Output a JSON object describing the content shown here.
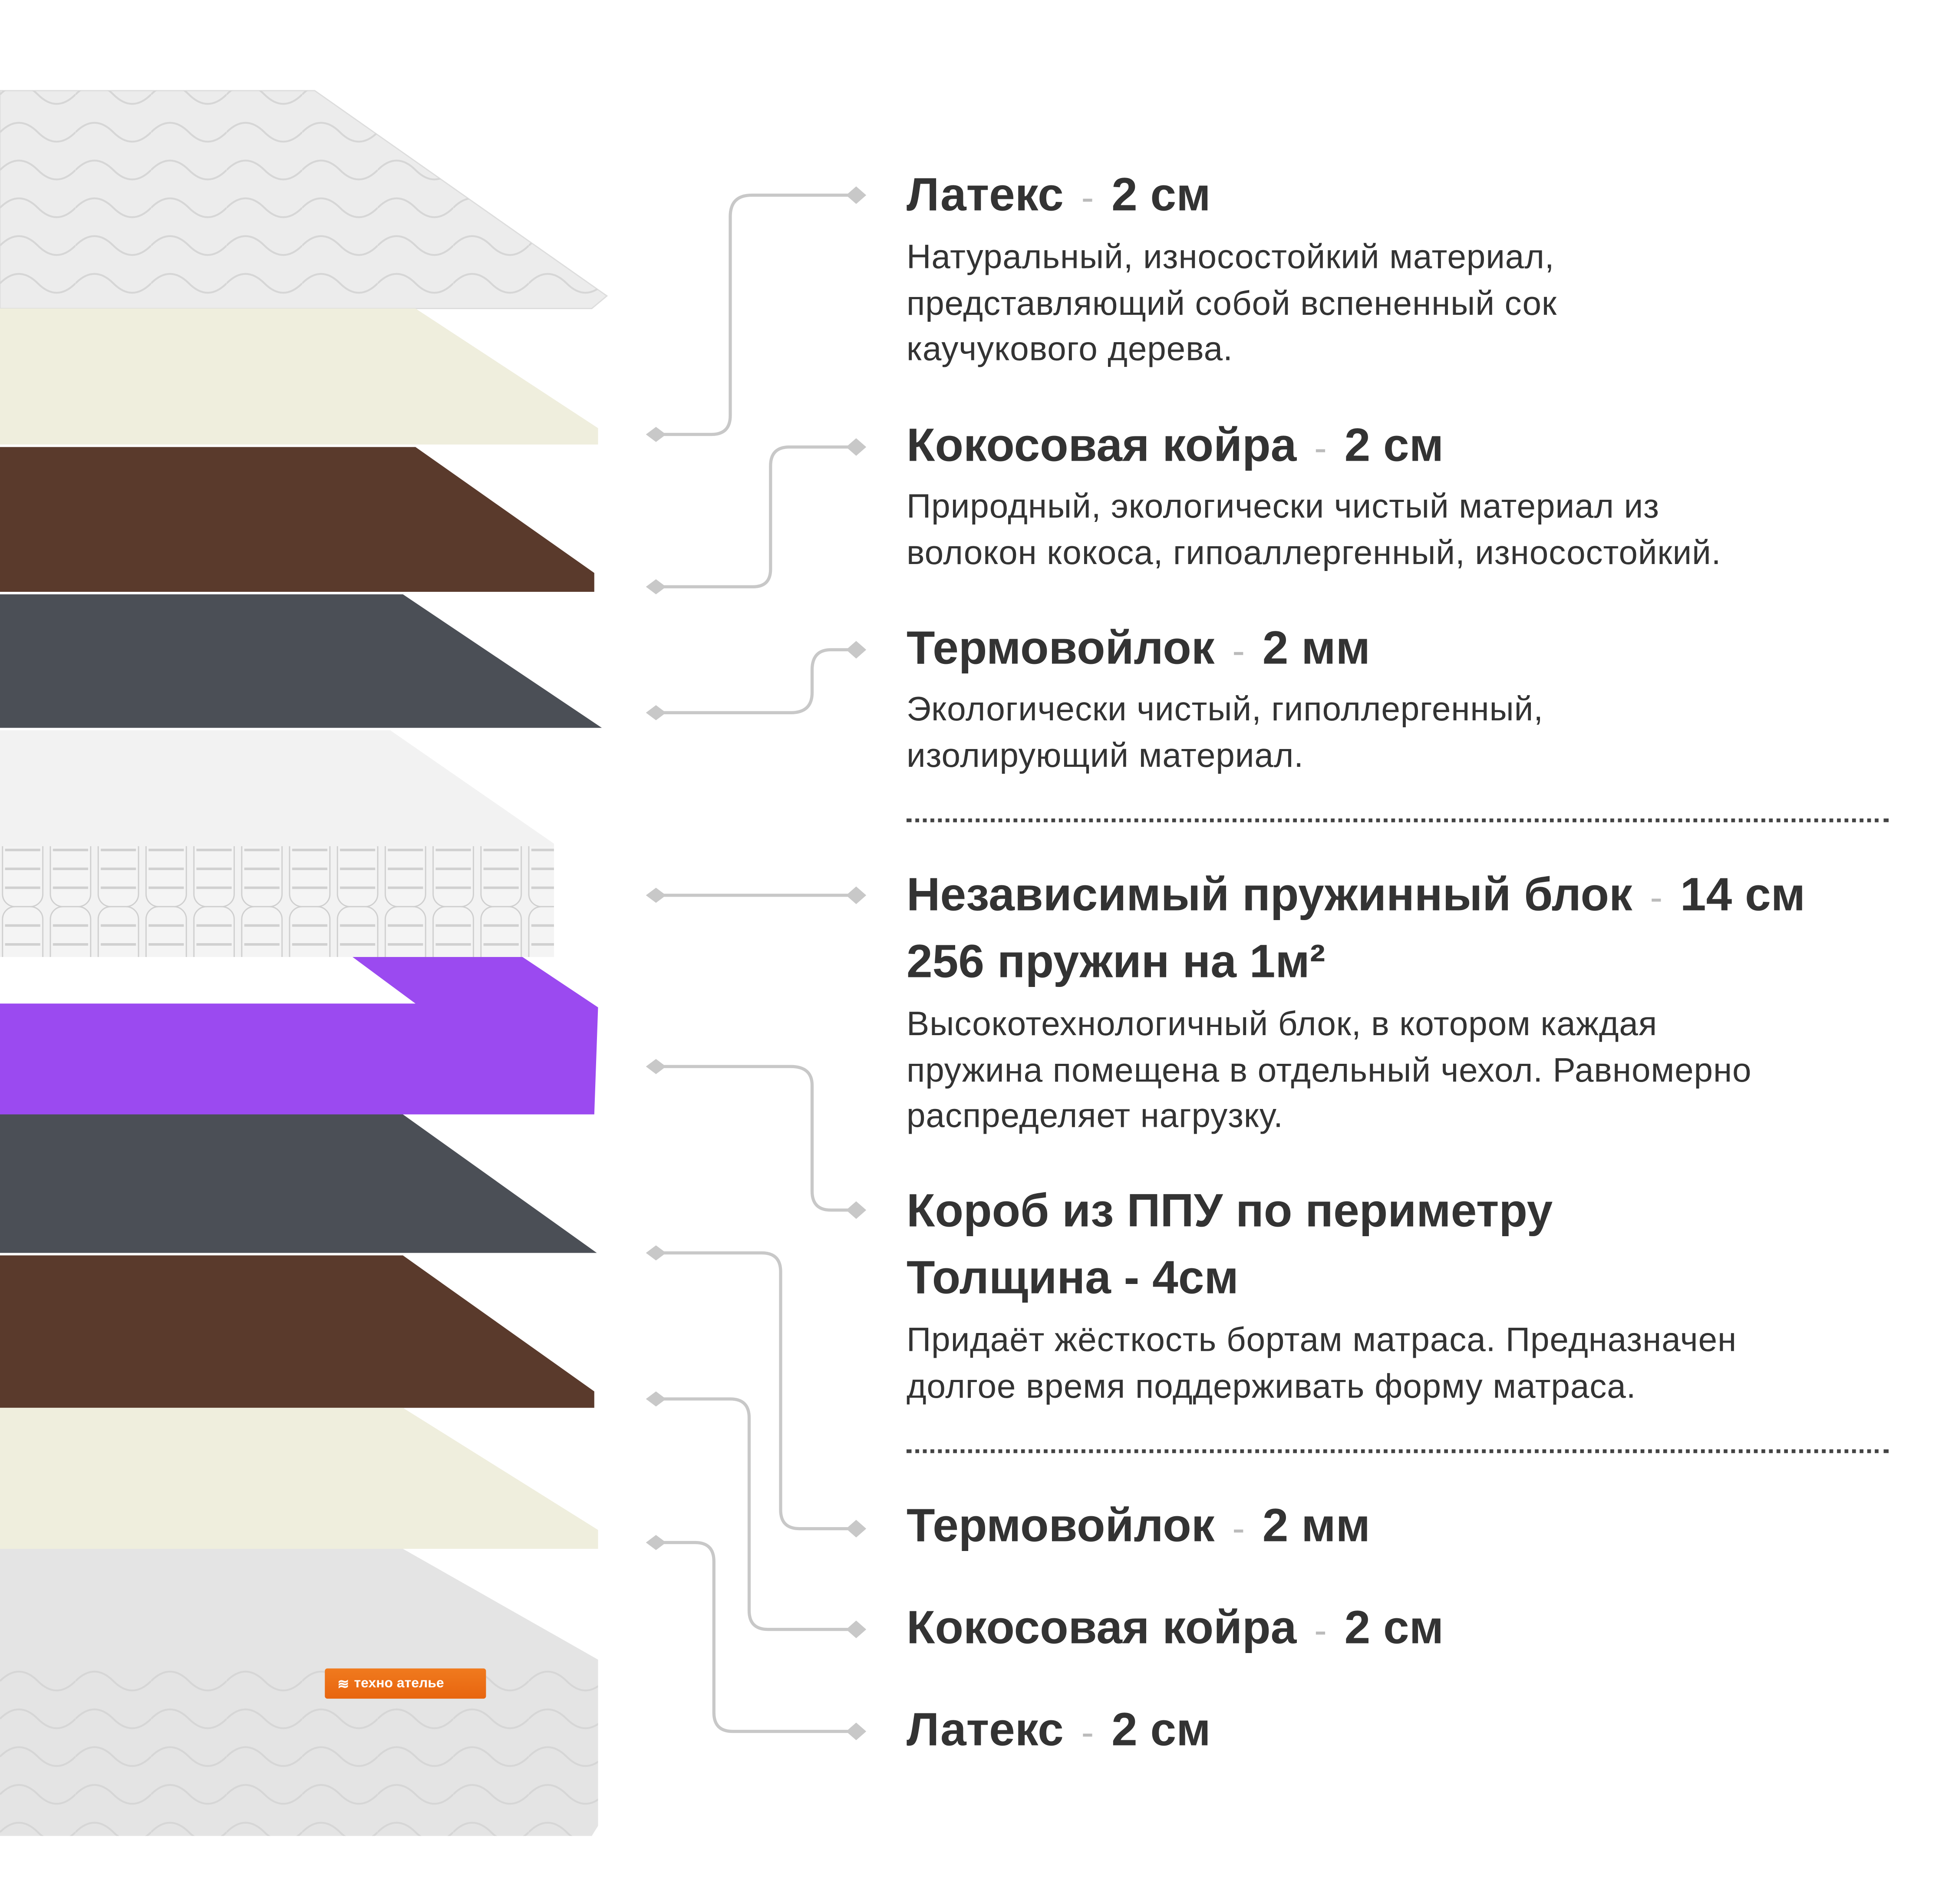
{
  "brand": {
    "logo_text": "техно ателье",
    "color": "#f07a1e"
  },
  "layers": [
    {
      "name": "Латекс",
      "size": "2 см",
      "desc": [
        "Натуральный,  износостойкий материал,",
        "представляющий собой вспененный сок",
        "каучукового дерева."
      ]
    },
    {
      "name": "Кокосовая койра",
      "size": "2 см",
      "desc": [
        "Природный, экологически чистый материал из",
        "волокон кокоса, гипоаллергенный, износостойкий."
      ]
    },
    {
      "name": "Термовойлок",
      "size": "2 мм",
      "desc": [
        "Экологически чистый, гиполлергенный,",
        "изолирующий материал."
      ]
    },
    {
      "name": "Независимый пружинный блок",
      "size": "14 см",
      "subtitle": "256 пружин на 1м²",
      "desc": [
        "Высокотехнологичный блок, в котором каждая",
        "пружина помещена в отдельный чехол. Равномерно",
        "распределяет нагрузку."
      ]
    },
    {
      "name": "Короб из ППУ по периметру",
      "subtitle": "Толщина - 4см",
      "desc": [
        "Придаёт жёсткость бортам матраса. Предназначен",
        "долгое время поддерживать форму матраса."
      ]
    },
    {
      "name": "Термовойлок",
      "size": "2 мм"
    },
    {
      "name": "Кокосовая койра",
      "size": "2 см"
    },
    {
      "name": "Латекс",
      "size": "2 см"
    }
  ],
  "colors": {
    "latex": "#efeedd",
    "coco": "#5a3a2c",
    "felt": "#4b4f56",
    "ppu": "#9b4af0",
    "cover": "#ececec",
    "connector": "#c8c8c8"
  }
}
